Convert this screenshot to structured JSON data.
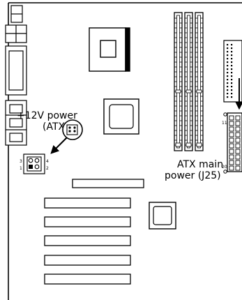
{
  "labels": {
    "atxp1_line1": "+12V power",
    "atxp1_line2": "(ATXP1)",
    "j25_line1": "ATX main",
    "j25_line2": "power (J25)"
  },
  "atxp1_pins": {
    "p1": "1",
    "p2": "2",
    "p3": "3",
    "p4": "4"
  },
  "j25_pins": {
    "p11": "11",
    "p20": "20"
  }
}
